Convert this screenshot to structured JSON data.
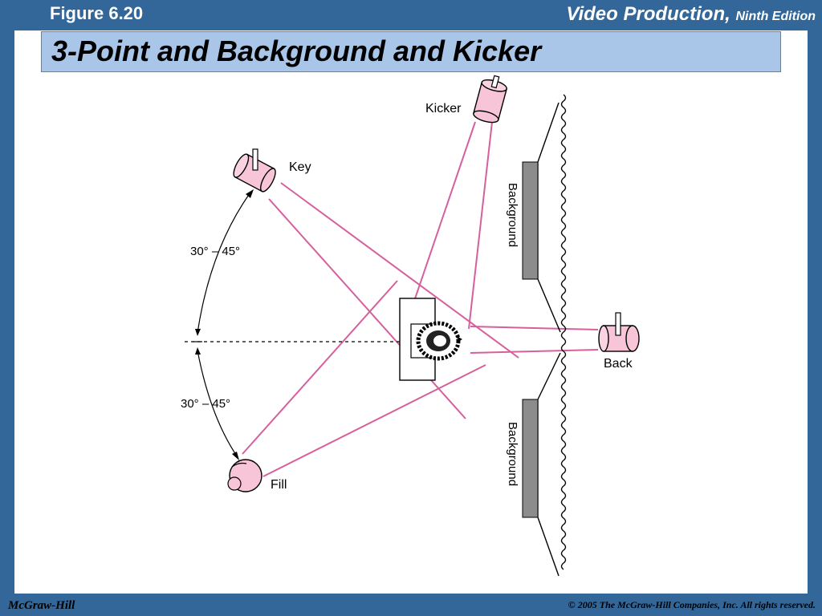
{
  "header": {
    "figure_label": "Figure 6.20",
    "book_title": "Video Production,",
    "edition": "Ninth Edition"
  },
  "slide": {
    "title": "3-Point and Background and Kicker"
  },
  "diagram": {
    "lights": {
      "kicker": "Kicker",
      "key": "Key",
      "fill": "Fill",
      "back": "Back"
    },
    "angle_upper": "30° – 45°",
    "angle_lower": "30° – 45°",
    "background_upper": "Background",
    "background_lower": "Background",
    "beam_color": "#d6609c",
    "light_color": "#f7c4d8"
  },
  "footer": {
    "publisher": "McGraw-Hill",
    "copyright": "© 2005 The McGraw-Hill Companies, Inc. All rights reserved."
  }
}
